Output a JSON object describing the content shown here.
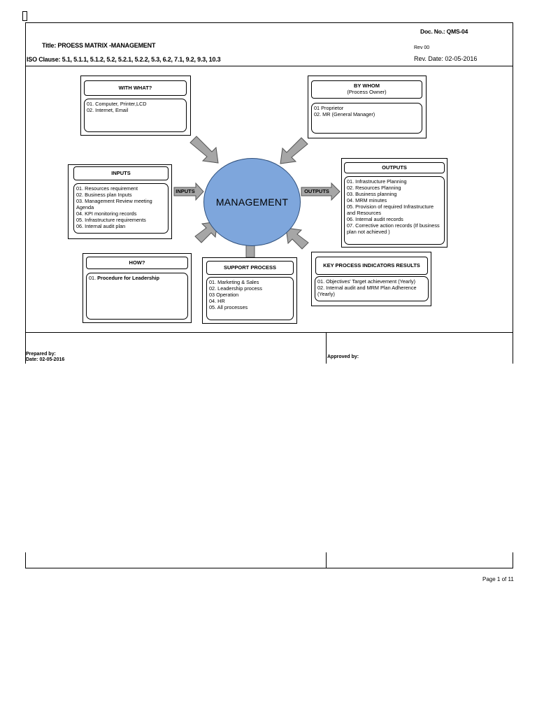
{
  "header": {
    "doc_no": "Doc. No.: QMS-04",
    "title": "Title:  PROESS MATRIX -MANAGEMENT",
    "rev": "Rev 00",
    "iso_clause": "ISO Clause: 5.1, 5.1.1, 5.1.2, 5.2, 5.2.1, 5.2.2, 5.3, 6.2, 7.1, 9.2, 9.3, 10.3",
    "rev_date": "Rev. Date:  02-05-2016"
  },
  "center": {
    "label": "MANAGEMENT"
  },
  "with_what": {
    "heading": "WITH WHAT?",
    "items": [
      "01. Computer, Printer,LCD",
      "02. Internet, Email"
    ]
  },
  "by_whom": {
    "heading": "BY WHOM",
    "subheading": "(Process Owner)",
    "items": [
      "01   Proprietor",
      "02.  MR (General Manager)"
    ]
  },
  "inputs": {
    "heading": "INPUTS",
    "arrow_label": "INPUTS",
    "items": [
      "01. Resources requirement",
      "02. Business plan Inputs",
      "03. Management Review meeting Agenda",
      "04. KPI monitoring records",
      "05. Infrastructure requirements",
      "06. Internal audit plan"
    ]
  },
  "outputs": {
    "heading": "OUTPUTS",
    "arrow_label": "OUTPUTS",
    "items": [
      "01. Infrastructure Planning",
      "02. Resources Planning",
      "03. Business planning",
      "04. MRM minutes",
      "05. Provision of required Infrastructure and Resources",
      "06. Internal audit records",
      "07. Corrective action records (If business plan not achieved )"
    ]
  },
  "how": {
    "heading": "HOW?",
    "item_prefix": "01. ",
    "item_text": "Procedure for Leadership"
  },
  "support": {
    "heading": "SUPPORT PROCESS",
    "items": [
      "01. Marketing & Sales",
      "02. Leadership process",
      "03  Operation",
      "04. HR",
      "05. All processes"
    ]
  },
  "kpi": {
    "heading": "KEY PROCESS INDICATORS RESULTS",
    "items": [
      "01. Objectives' Target achievement (Yearly)",
      "02. Internal audit and MRM Plan Adherence (Yearly)"
    ]
  },
  "footer": {
    "prepared_by": "Prepared by:",
    "date": "Date: 02-05-2016",
    "approved_by": "Approved by:",
    "page": "Page 1 of 11"
  },
  "colors": {
    "circle_fill": "#7ea6dc",
    "arrow_fill": "#a6a6a6"
  }
}
